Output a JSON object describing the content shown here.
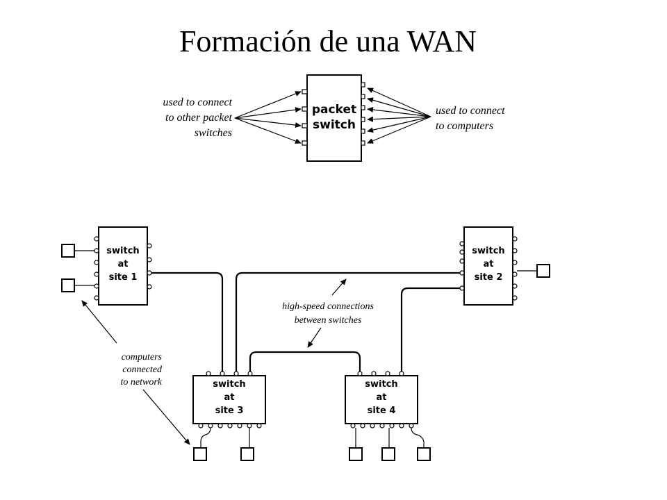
{
  "title": "Formación de una WAN",
  "top_diagram": {
    "packet_switch": [
      "packet",
      "switch"
    ],
    "left_label": [
      "used to connect",
      "to other packet",
      "switches"
    ],
    "right_label": [
      "used to connect",
      "to computers"
    ]
  },
  "bottom_diagram": {
    "switches": {
      "site1": [
        "switch",
        "at",
        "site 1"
      ],
      "site2": [
        "switch",
        "at",
        "site 2"
      ],
      "site3": [
        "switch",
        "at",
        "site 3"
      ],
      "site4": [
        "switch",
        "at",
        "site 4"
      ]
    },
    "hs_label": [
      "high-speed connections",
      "between switches"
    ],
    "computers_label": [
      "computers",
      "connected",
      "to network"
    ]
  }
}
